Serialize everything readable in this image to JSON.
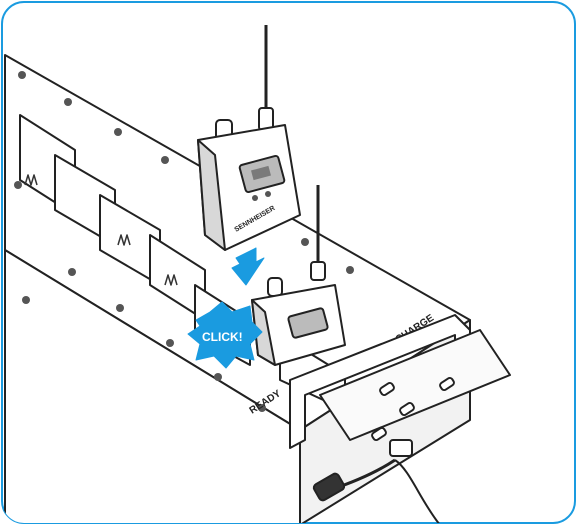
{
  "frame": {
    "border_color": "#1a9be0"
  },
  "callout": {
    "text": "CLICK!",
    "fill": "#1a9be0",
    "text_color": "#ffffff"
  },
  "charger": {
    "labels": {
      "ready": "READY",
      "charge": "CHARGE"
    },
    "slot_indicators": "contacts"
  },
  "devices": {
    "brand": "SENNHEISER",
    "icons": [
      "bodypack-transmitter-icon",
      "bodypack-transmitter-icon"
    ]
  },
  "arrow": {
    "fill": "#1a9be0",
    "meaning": "insert-direction"
  }
}
